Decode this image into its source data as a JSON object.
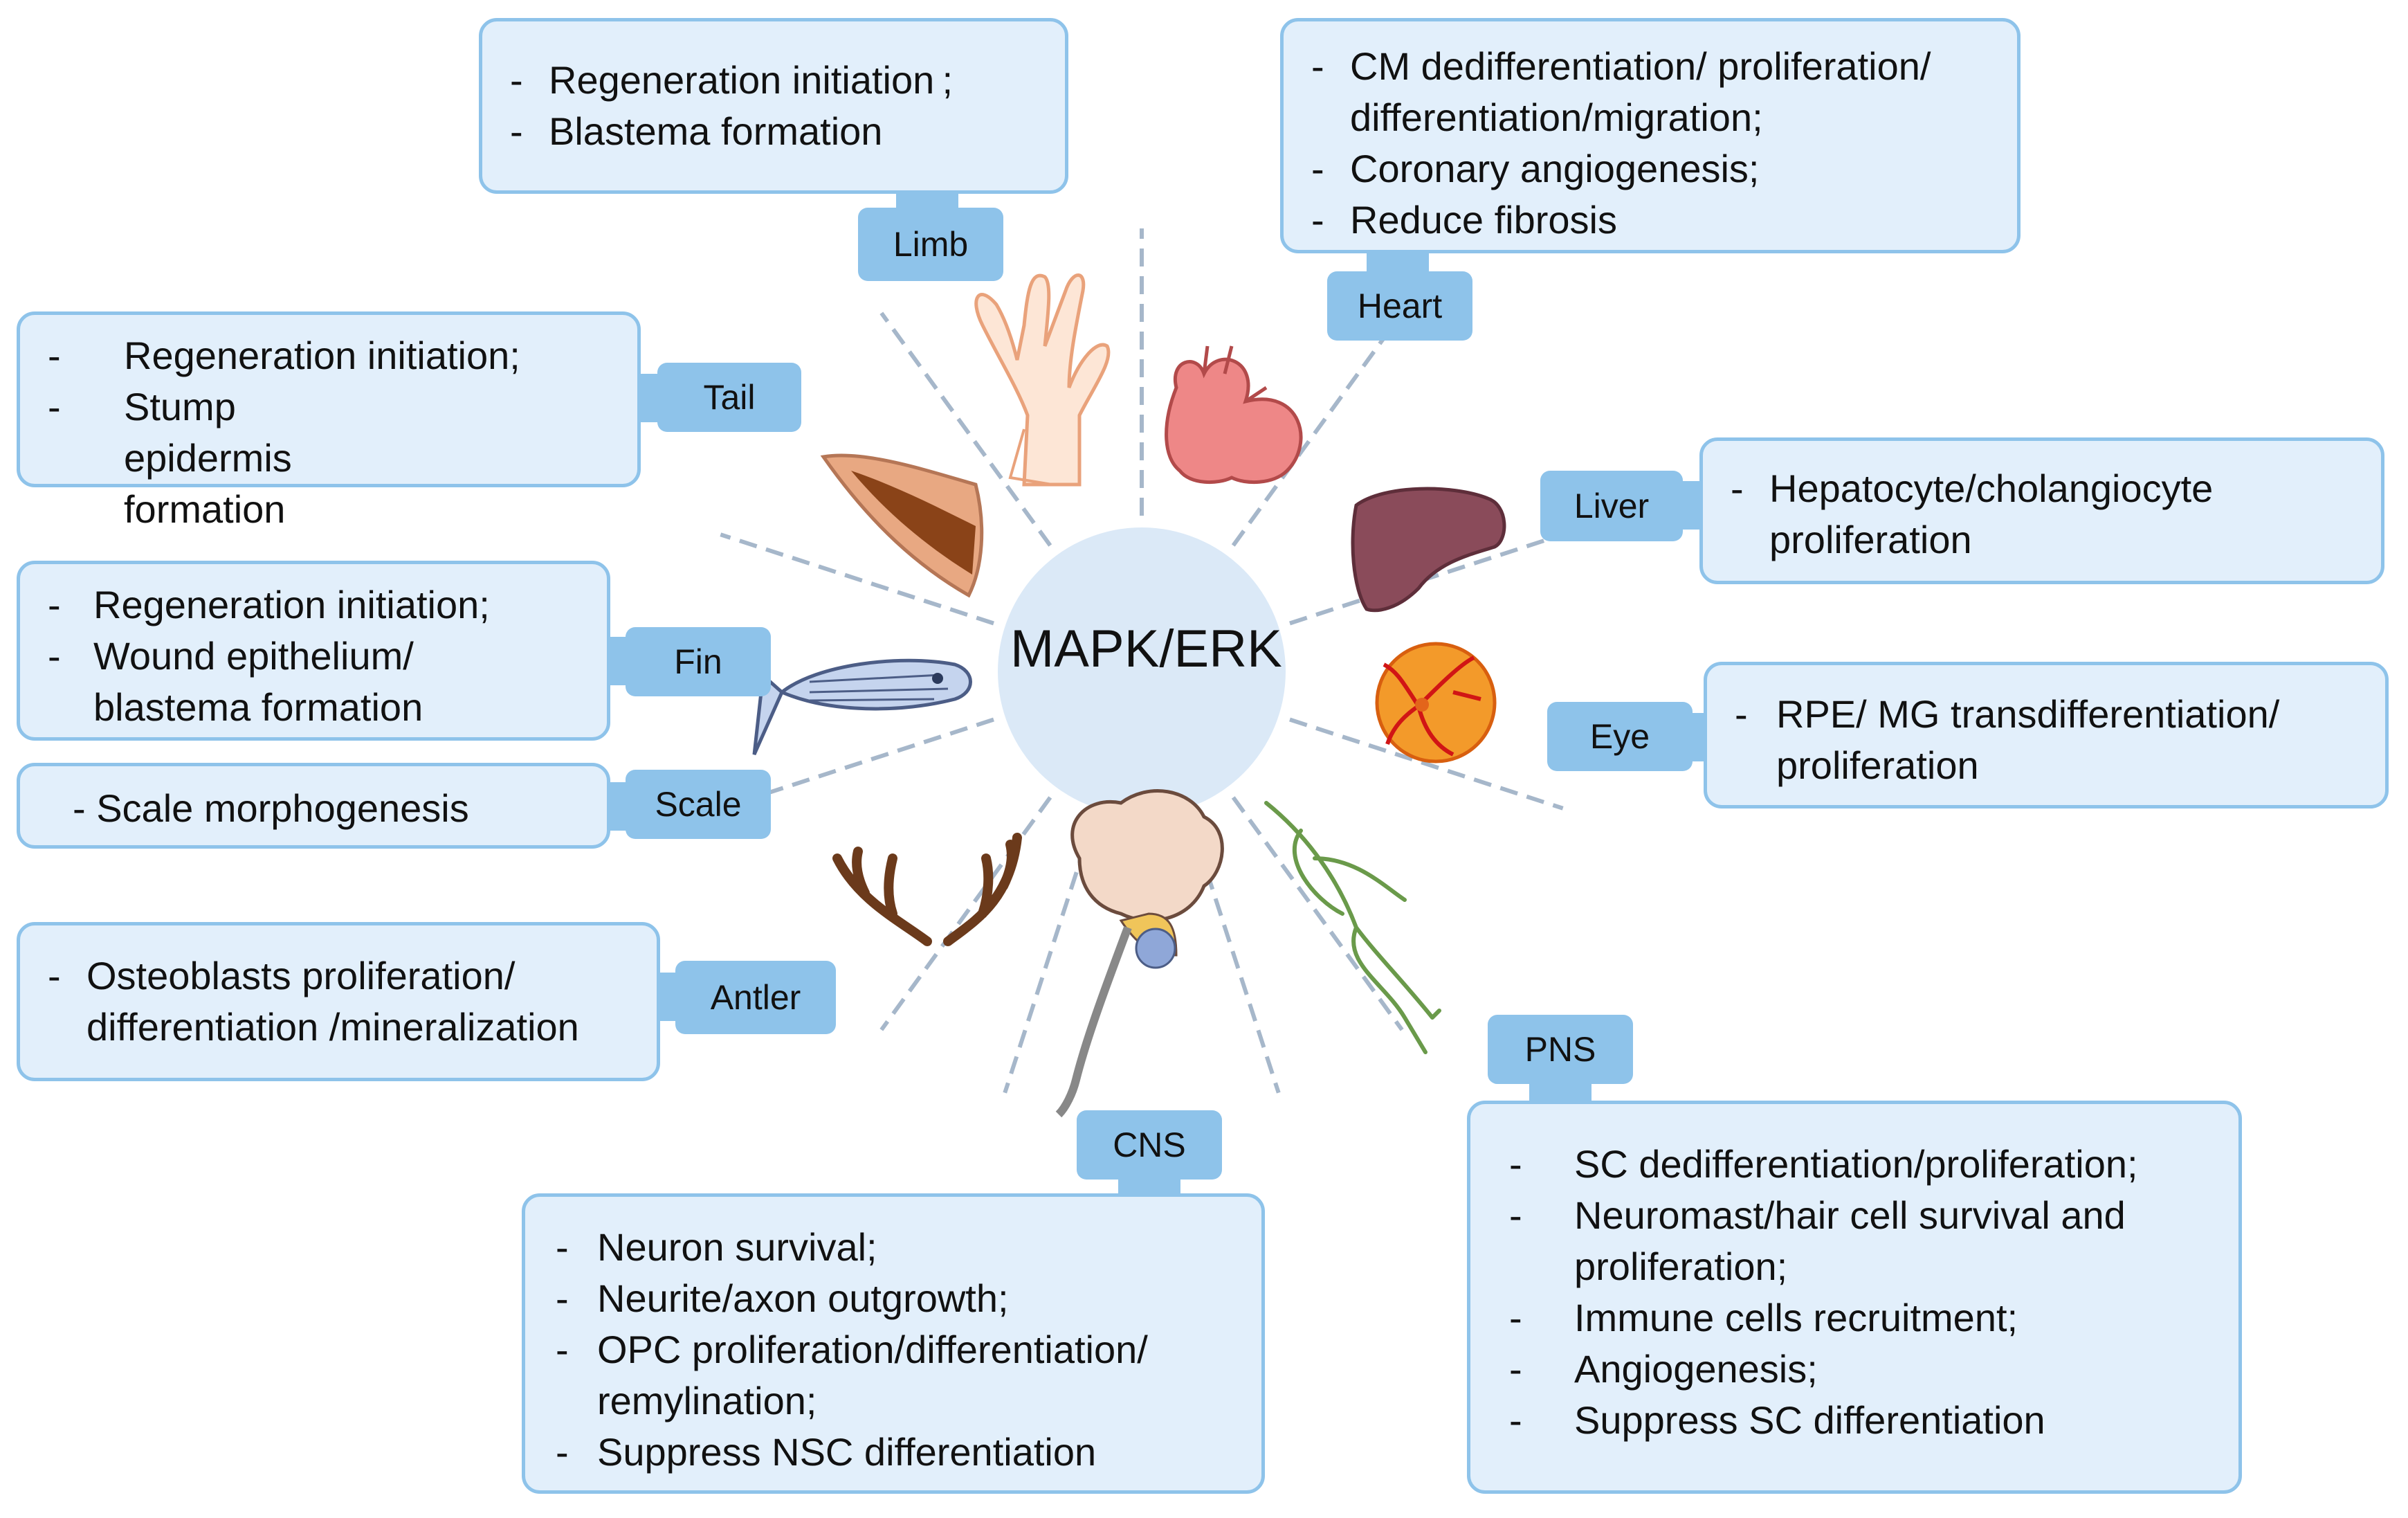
{
  "center": {
    "label": "MAPK/ERK"
  },
  "tags": {
    "limb": "Limb",
    "heart": "Heart",
    "tail": "Tail",
    "liver": "Liver",
    "fin": "Fin",
    "eye": "Eye",
    "scale": "Scale",
    "antler": "Antler",
    "pns": "PNS",
    "cns": "CNS"
  },
  "boxes": {
    "limb": [
      "Regeneration initiation ;",
      "Blastema formation"
    ],
    "heart": [
      "CM dedifferentiation/ proliferation/ differentiation/migration;",
      "Coronary angiogenesis;",
      "Reduce fibrosis"
    ],
    "tail": [
      "Regeneration initiation;",
      "Stump epidermis formation"
    ],
    "liver": [
      "Hepatocyte/cholangiocyte proliferation"
    ],
    "fin": [
      "Regeneration initiation;",
      "Wound epithelium/ blastema formation"
    ],
    "eye": [
      "RPE/ MG transdifferentiation/ proliferation"
    ],
    "scale": [
      "- Scale morphogenesis"
    ],
    "antler": [
      "Osteoblasts proliferation/ differentiation /mineralization"
    ],
    "cns": [
      "Neuron survival;",
      "Neurite/axon outgrowth;",
      "OPC proliferation/differentiation/ remylination;",
      "Suppress NSC differentiation"
    ],
    "pns": [
      "SC dedifferentiation/proliferation;",
      "Neuromast/hair cell survival and proliferation;",
      "Immune cells recruitment;",
      "Angiogenesis;",
      "Suppress SC differentiation"
    ]
  },
  "bullet": "-",
  "icons": [
    "hand-icon",
    "heart-organ-icon",
    "tail-icon",
    "liver-icon",
    "fish-icon",
    "eye-retina-icon",
    "antler-icon",
    "brain-icon",
    "nervous-system-icon"
  ],
  "colors": {
    "box_fill": "#e2effb",
    "box_border": "#8ec3ea",
    "tag_fill": "#8ec3ea",
    "center_fill": "#dbe9f7",
    "ray": "#5f7ea0"
  }
}
